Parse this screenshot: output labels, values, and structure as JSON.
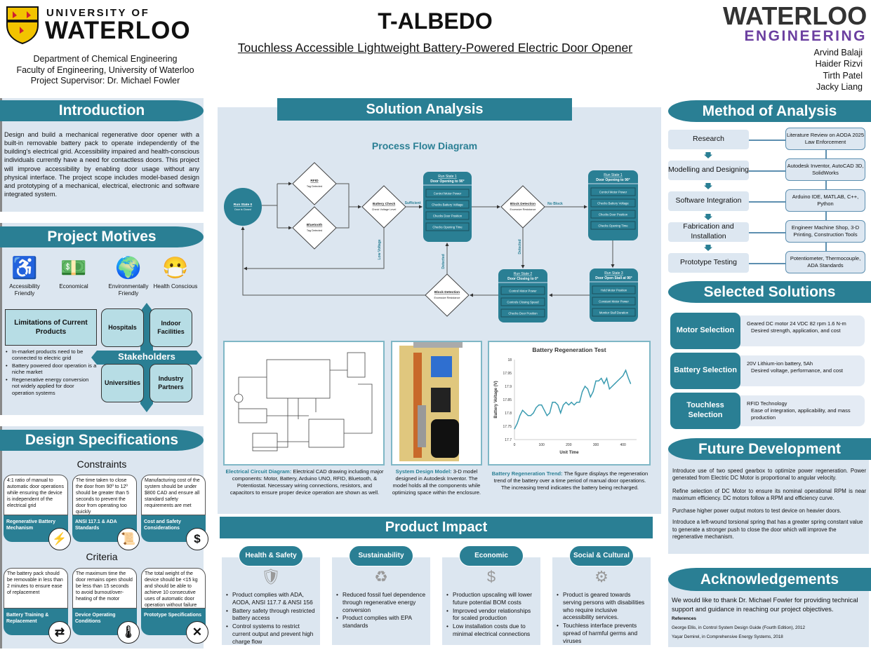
{
  "header": {
    "uw_logo_top": "UNIVERSITY OF",
    "uw_logo_main": "WATERLOO",
    "department": "Department of Chemical Engineering",
    "faculty": "Faculty of Engineering, University of Waterloo",
    "supervisor": "Project Supervisor: Dr. Michael Fowler",
    "title": "T-ALBEDO",
    "subtitle": "Touchless Accessible Lightweight Battery-Powered Electric Door Opener",
    "eng_logo_top": "WATERLOO",
    "eng_logo_bottom": "ENGINEERING",
    "authors": [
      "Arvind Balaji",
      "Haider Rizvi",
      "Tirth Patel",
      "Jacky Liang"
    ]
  },
  "introduction": {
    "title": "Introduction",
    "text": "Design and build a mechanical regenerative door opener with a built-in removable battery pack to operate independently of the building's electrical grid. Accessibility impaired and health-conscious individuals currently have a need for contactless doors. This project will improve accessibility by enabling door usage without any physical interface. The project scope includes model-based design and prototyping of a mechanical, electrical, electronic and software integrated system."
  },
  "motives": {
    "title": "Project Motives",
    "items": [
      {
        "label": "Accessibility Friendly",
        "icon": "wheelchair-icon"
      },
      {
        "label": "Economical",
        "icon": "money-icon"
      },
      {
        "label": "Environmentally Friendly",
        "icon": "globe-hands-icon"
      },
      {
        "label": "Health Conscious",
        "icon": "face-mask-icon"
      }
    ],
    "limitations_title": "Limitations of Current Products",
    "limitations": [
      "In-market products need to be connected to electric grid",
      "Battery powered door operation is a niche market",
      "Regenerative energy conversion not widely applied for door operation systems"
    ],
    "stakeholders_title": "Stakeholders",
    "stakeholders": [
      "Hospitals",
      "Indoor Facilities",
      "Universities",
      "Industry Partners"
    ]
  },
  "design_specs": {
    "title": "Design Specifications",
    "constraints_title": "Constraints",
    "constraints": [
      {
        "text": "4:1 ratio of manual to automatic door operations while ensuring the device is independent of the electrical grid",
        "label": "Regenerative Battery Mechanism",
        "icon": "battery-charging-icon"
      },
      {
        "text": "The time taken to close the door from 90º to 12º should be greater than 5 seconds to prevent the door from operating too quickly",
        "label": "ANSI 117.1 & ADA Standards",
        "icon": "scroll-icon"
      },
      {
        "text": "Manufacturing cost of the system should be under $800 CAD and ensure all standard safety requirements are met",
        "label": "Cost and Safety Considerations",
        "icon": "dollar-icon"
      }
    ],
    "criteria_title": "Criteria",
    "criteria": [
      {
        "text": "The battery pack should be removable in less than 2 minutes to ensure ease of replacement",
        "label": "Battery Training & Replacement",
        "icon": "replace-icon"
      },
      {
        "text": "The maximum time the door remains open should be less than 15 seconds to avoid burnout/over-heating of the motor",
        "label": "Device Operating Conditions",
        "icon": "thermometer-icon"
      },
      {
        "text": "The total weight of the device should be <15 kg and should be able to achieve 10 consecutive uses of automatic door operation without failure",
        "label": "Prototype Specifications",
        "icon": "tools-icon"
      }
    ]
  },
  "solution": {
    "title": "Solution Analysis",
    "flow_title": "Process Flow Diagram",
    "flow": {
      "rs0": {
        "title": "Run State 0",
        "sub": "Door is Closed"
      },
      "rfid": {
        "title": "RFID",
        "sub": "Tag Detected"
      },
      "bluetooth": {
        "title": "Bluetooth",
        "sub": "Tag Detected"
      },
      "battery": {
        "title": "Battery Check",
        "sub": "Check Voltage Level"
      },
      "sufficient": "Sufficient",
      "low_voltage": "Low Voltage",
      "rs1": {
        "title": "Run State 1",
        "sub": "Door Opening to 90°",
        "items": [
          "Control Motor Power",
          "Checks Battery Voltage",
          "Checks Door Position",
          "Checks Opening Time"
        ]
      },
      "block1": {
        "title": "Block Detection",
        "sub": "Excessive Resistance"
      },
      "no_block": "No Block",
      "detected": "Detected",
      "rs1b": {
        "title": "Run State 1",
        "sub": "Door Opening to 90°",
        "items": [
          "Control Motor Power",
          "Checks Battery Voltage",
          "Checks Door Position",
          "Checks Opening Time"
        ]
      },
      "rs3": {
        "title": "Run State 3",
        "sub": "Door Open Stall at 90°",
        "items": [
          "Hold Motor Position",
          "Constant Motor Power",
          "Monitor Stall Duration"
        ]
      },
      "rs2": {
        "title": "Run State 2",
        "sub": "Door Closing to 0°",
        "items": [
          "Control Motor Power",
          "Controls Closing Speed",
          "Checks Door Position"
        ]
      },
      "block2": {
        "title": "Block Detection",
        "sub": "Excessive Resistance"
      }
    },
    "captions": [
      {
        "head": "Electrical Circuit Diagram:",
        "body": " Electrical CAD drawing including major components: Motor, Battery, Arduino UNO, RFID, Bluetooth, & Potentiostat. Necessary wiring connections, resistors, and capacitors to ensure proper device operation are shown as well."
      },
      {
        "head": "System Design Model:",
        "body": " 3-D model designed in Autodesk Inventor. The model holds all the components while optimizing space within the enclosure."
      },
      {
        "head": "Battery Regeneration Trend:",
        "body": " The figure displays the regeneration trend of the battery over a time period of manual door operations. The increasing trend indicates the battery being recharged."
      }
    ]
  },
  "chart_data": {
    "type": "line",
    "title": "Battery Regeneration Test",
    "xlabel": "Unit Time",
    "ylabel": "Battery Voltage (V)",
    "xlim": [
      0,
      450
    ],
    "ylim": [
      17.7,
      18
    ],
    "xticks": [
      "0",
      "100",
      "200",
      "300",
      "400"
    ],
    "yticks": [
      "17.7",
      "17.75",
      "17.8",
      "17.85",
      "17.9",
      "17.95",
      "18"
    ],
    "color": "#3a9bb0",
    "grid": false,
    "x": [
      0,
      10,
      20,
      30,
      40,
      50,
      60,
      70,
      80,
      90,
      100,
      110,
      120,
      130,
      140,
      150,
      160,
      170,
      180,
      190,
      200,
      210,
      220,
      230,
      240,
      250,
      260,
      270,
      280,
      290,
      300,
      310,
      320,
      330,
      340,
      350,
      360,
      370,
      380,
      390,
      400,
      410,
      420,
      428
    ],
    "y": [
      17.74,
      17.76,
      17.79,
      17.81,
      17.8,
      17.79,
      17.79,
      17.8,
      17.82,
      17.83,
      17.83,
      17.81,
      17.79,
      17.8,
      17.84,
      17.84,
      17.83,
      17.8,
      17.83,
      17.84,
      17.83,
      17.84,
      17.83,
      17.84,
      17.84,
      17.88,
      17.9,
      17.89,
      17.86,
      17.88,
      17.92,
      17.92,
      17.93,
      17.91,
      17.93,
      17.89,
      17.9,
      17.91,
      17.92,
      17.93,
      17.94,
      17.96,
      17.93,
      17.91
    ]
  },
  "impact": {
    "title": "Product Impact",
    "cards": [
      {
        "title": "Health & Safety",
        "icon": "shield-check-icon",
        "items": [
          "Product complies with ADA, AODA, ANSI 117.7 & ANSI 156",
          "Battery safety through restricted battery access",
          "Control systems to restrict current output and prevent high charge flow"
        ]
      },
      {
        "title": "Sustainability",
        "icon": "recycle-icon",
        "items": [
          "Reduced fossil fuel dependence through regenerative energy conversion",
          "Product complies with EPA standards"
        ]
      },
      {
        "title": "Economic",
        "icon": "dollar-icon",
        "items": [
          "Production upscaling will lower future potential BOM costs",
          "Improved vendor relationships for scaled production",
          "Low installation costs due to minimal electrical connections"
        ]
      },
      {
        "title": "Social & Cultural",
        "icon": "network-icon",
        "items": [
          "Product is geared towards serving persons with disabilities who require inclusive accessibility services.",
          "Touchless interface prevents spread of harmful germs and viruses"
        ]
      }
    ]
  },
  "method": {
    "title": "Method of Analysis",
    "steps": [
      {
        "step": "Research",
        "tools": "Literature Review on AODA 2025 Law Enforcement"
      },
      {
        "step": "Modelling and Designing",
        "tools": "Autodesk Inventor, AutoCAD 3D, SolidWorks"
      },
      {
        "step": "Software Integration",
        "tools": "Arduino IDE, MATLAB, C++, Python"
      },
      {
        "step": "Fabrication and Installation",
        "tools": "Engineer Machine Shop, 3-D Printing, Construction Tools"
      },
      {
        "step": "Prototype Testing",
        "tools": "Potentiometer, Thermocouple, ADA Standards"
      }
    ]
  },
  "selected": {
    "title": "Selected Solutions",
    "items": [
      {
        "label": "Motor Selection",
        "main": "Geared DC motor 24 VDC 82 rpm 1.6 N-m",
        "sub": "Desired strength, application, and cost"
      },
      {
        "label": "Battery Selection",
        "main": "20V Lithium-ion battery, 5Ah",
        "sub": "Desired voltage, performance, and cost"
      },
      {
        "label": "Touchless Selection",
        "main": "RFID Technology",
        "sub": "Ease of integration, applicability, and mass production"
      }
    ]
  },
  "future": {
    "title": "Future Development",
    "paragraphs": [
      "Introduce use of two speed gearbox to optimize power regeneration. Power generated from Electric DC Motor is proportional to angular velocity.",
      "Refine selection of DC Motor to ensure its nominal operational RPM is near maximum efficiency. DC motors follow a RPM and efficiency curve.",
      "Purchase higher power output motors to test device on heavier doors.",
      "Introduce a left-wound torsional spring that has a greater spring constant value to generate a stronger push to close the door which will improve the regenerative mechanism."
    ]
  },
  "ack": {
    "title": "Acknowledgements",
    "text": "We would like to thank Dr. Michael Fowler for providing technical support and guidance in reaching our project objectives.",
    "ref_title": "References",
    "refs": [
      "George Ellis, in Control System Design Guide (Fourth Edition), 2012",
      "Yaşar Demirel, in Comprehensive Energy Systems, 2018"
    ]
  }
}
